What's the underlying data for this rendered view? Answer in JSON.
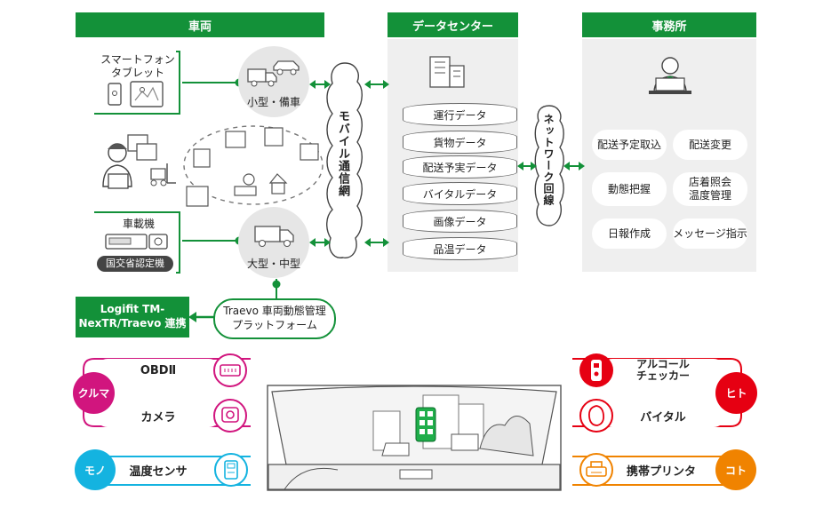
{
  "headers": {
    "vehicle": "車両",
    "datacenter": "データセンター",
    "office": "事務所"
  },
  "vehicle": {
    "smartphone": "スマートフォン\nタブレット",
    "small_car": "小型・備車",
    "onboard": "車載機",
    "certified": "国交省認定機",
    "large_car": "大型・中型"
  },
  "mobile_network": "モバイル通信網",
  "network_line": "ネットワーク回線",
  "datacenter_items": [
    "運行データ",
    "貨物データ",
    "配送予実データ",
    "バイタルデータ",
    "画像データ",
    "品温データ"
  ],
  "office_items": [
    "配送予定取込",
    "配送変更",
    "動態把握",
    "店着照会\n温度管理",
    "日報作成",
    "メッセージ指示"
  ],
  "platform": "Traevo 車両動態管理\nプラットフォーム",
  "logifit": "Logifit TM-\nNexTR/Traevo 連携",
  "left_devices": {
    "kuruma": "クルマ",
    "mono": "モノ",
    "obd": "OBDⅡ",
    "camera": "カメラ",
    "temp": "温度センサ"
  },
  "right_devices": {
    "hito": "ヒト",
    "koto": "コト",
    "alcohol": "アルコール\nチェッカー",
    "vital": "バイタル",
    "printer": "携帯プリンタ"
  },
  "colors": {
    "green": "#139139",
    "magenta": "#d1157e",
    "cyan": "#14b3e0",
    "red": "#e60012",
    "orange": "#f08300"
  }
}
